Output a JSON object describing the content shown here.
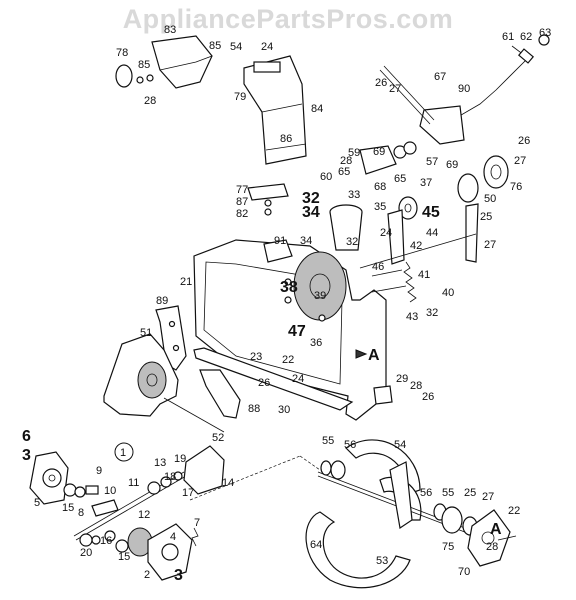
{
  "watermark": "AppliancePartsPros.com",
  "section_markers": {
    "circle_one": "1",
    "ref_a_upper": "A",
    "ref_a_lower": "A"
  },
  "part_labels": [
    "83",
    "85",
    "54",
    "24",
    "78",
    "85",
    "28",
    "79",
    "84",
    "86",
    "77",
    "87",
    "82",
    "61",
    "62",
    "63",
    "90",
    "67",
    "26",
    "27",
    "59",
    "28",
    "69",
    "60",
    "65",
    "68",
    "33",
    "65",
    "57",
    "69",
    "26",
    "27",
    "76",
    "50",
    "37",
    "32",
    "34",
    "35",
    "45",
    "25",
    "27",
    "91",
    "34",
    "32",
    "24",
    "44",
    "42",
    "46",
    "21",
    "38",
    "39",
    "41",
    "40",
    "89",
    "47",
    "36",
    "43",
    "32",
    "51",
    "23",
    "22",
    "26",
    "24",
    "29",
    "28",
    "26",
    "88",
    "30",
    "52",
    "6",
    "3",
    "9",
    "10",
    "11",
    "13",
    "19",
    "5",
    "15",
    "8",
    "18",
    "12",
    "17",
    "14",
    "20",
    "16",
    "15",
    "4",
    "2",
    "3",
    "7",
    "55",
    "56",
    "54",
    "56",
    "55",
    "25",
    "27",
    "22",
    "64",
    "53",
    "75",
    "70",
    "28"
  ]
}
